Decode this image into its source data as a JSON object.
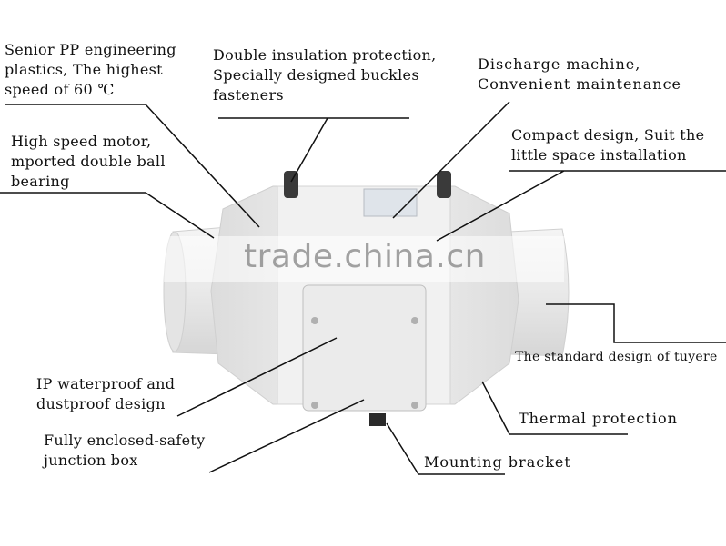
{
  "labels": {
    "pp_plastics": "Senior PP engineering\nplastics, The highest\nspeed of 60 ℃",
    "insulation": "Double insulation protection,\nSpecially designed buckles\nfasteners",
    "discharge": "Discharge machine,\nConvenient maintenance",
    "motor": "High speed motor,\nmported double ball\nbearing",
    "compact": "Compact design, Suit the\nlittle space installation",
    "tuyere": "The standard design of tuyere",
    "waterproof": "IP waterproof and\ndustproof design",
    "thermal": "Thermal protection",
    "junction": "Fully enclosed-safety\njunction box",
    "bracket": "Mounting bracket"
  },
  "watermark": "trade.china.cn",
  "colors": {
    "fan_body": "#ededed",
    "fan_shadow": "#cfcfcf",
    "clip": "#3a3a3a",
    "line": "#111111"
  }
}
